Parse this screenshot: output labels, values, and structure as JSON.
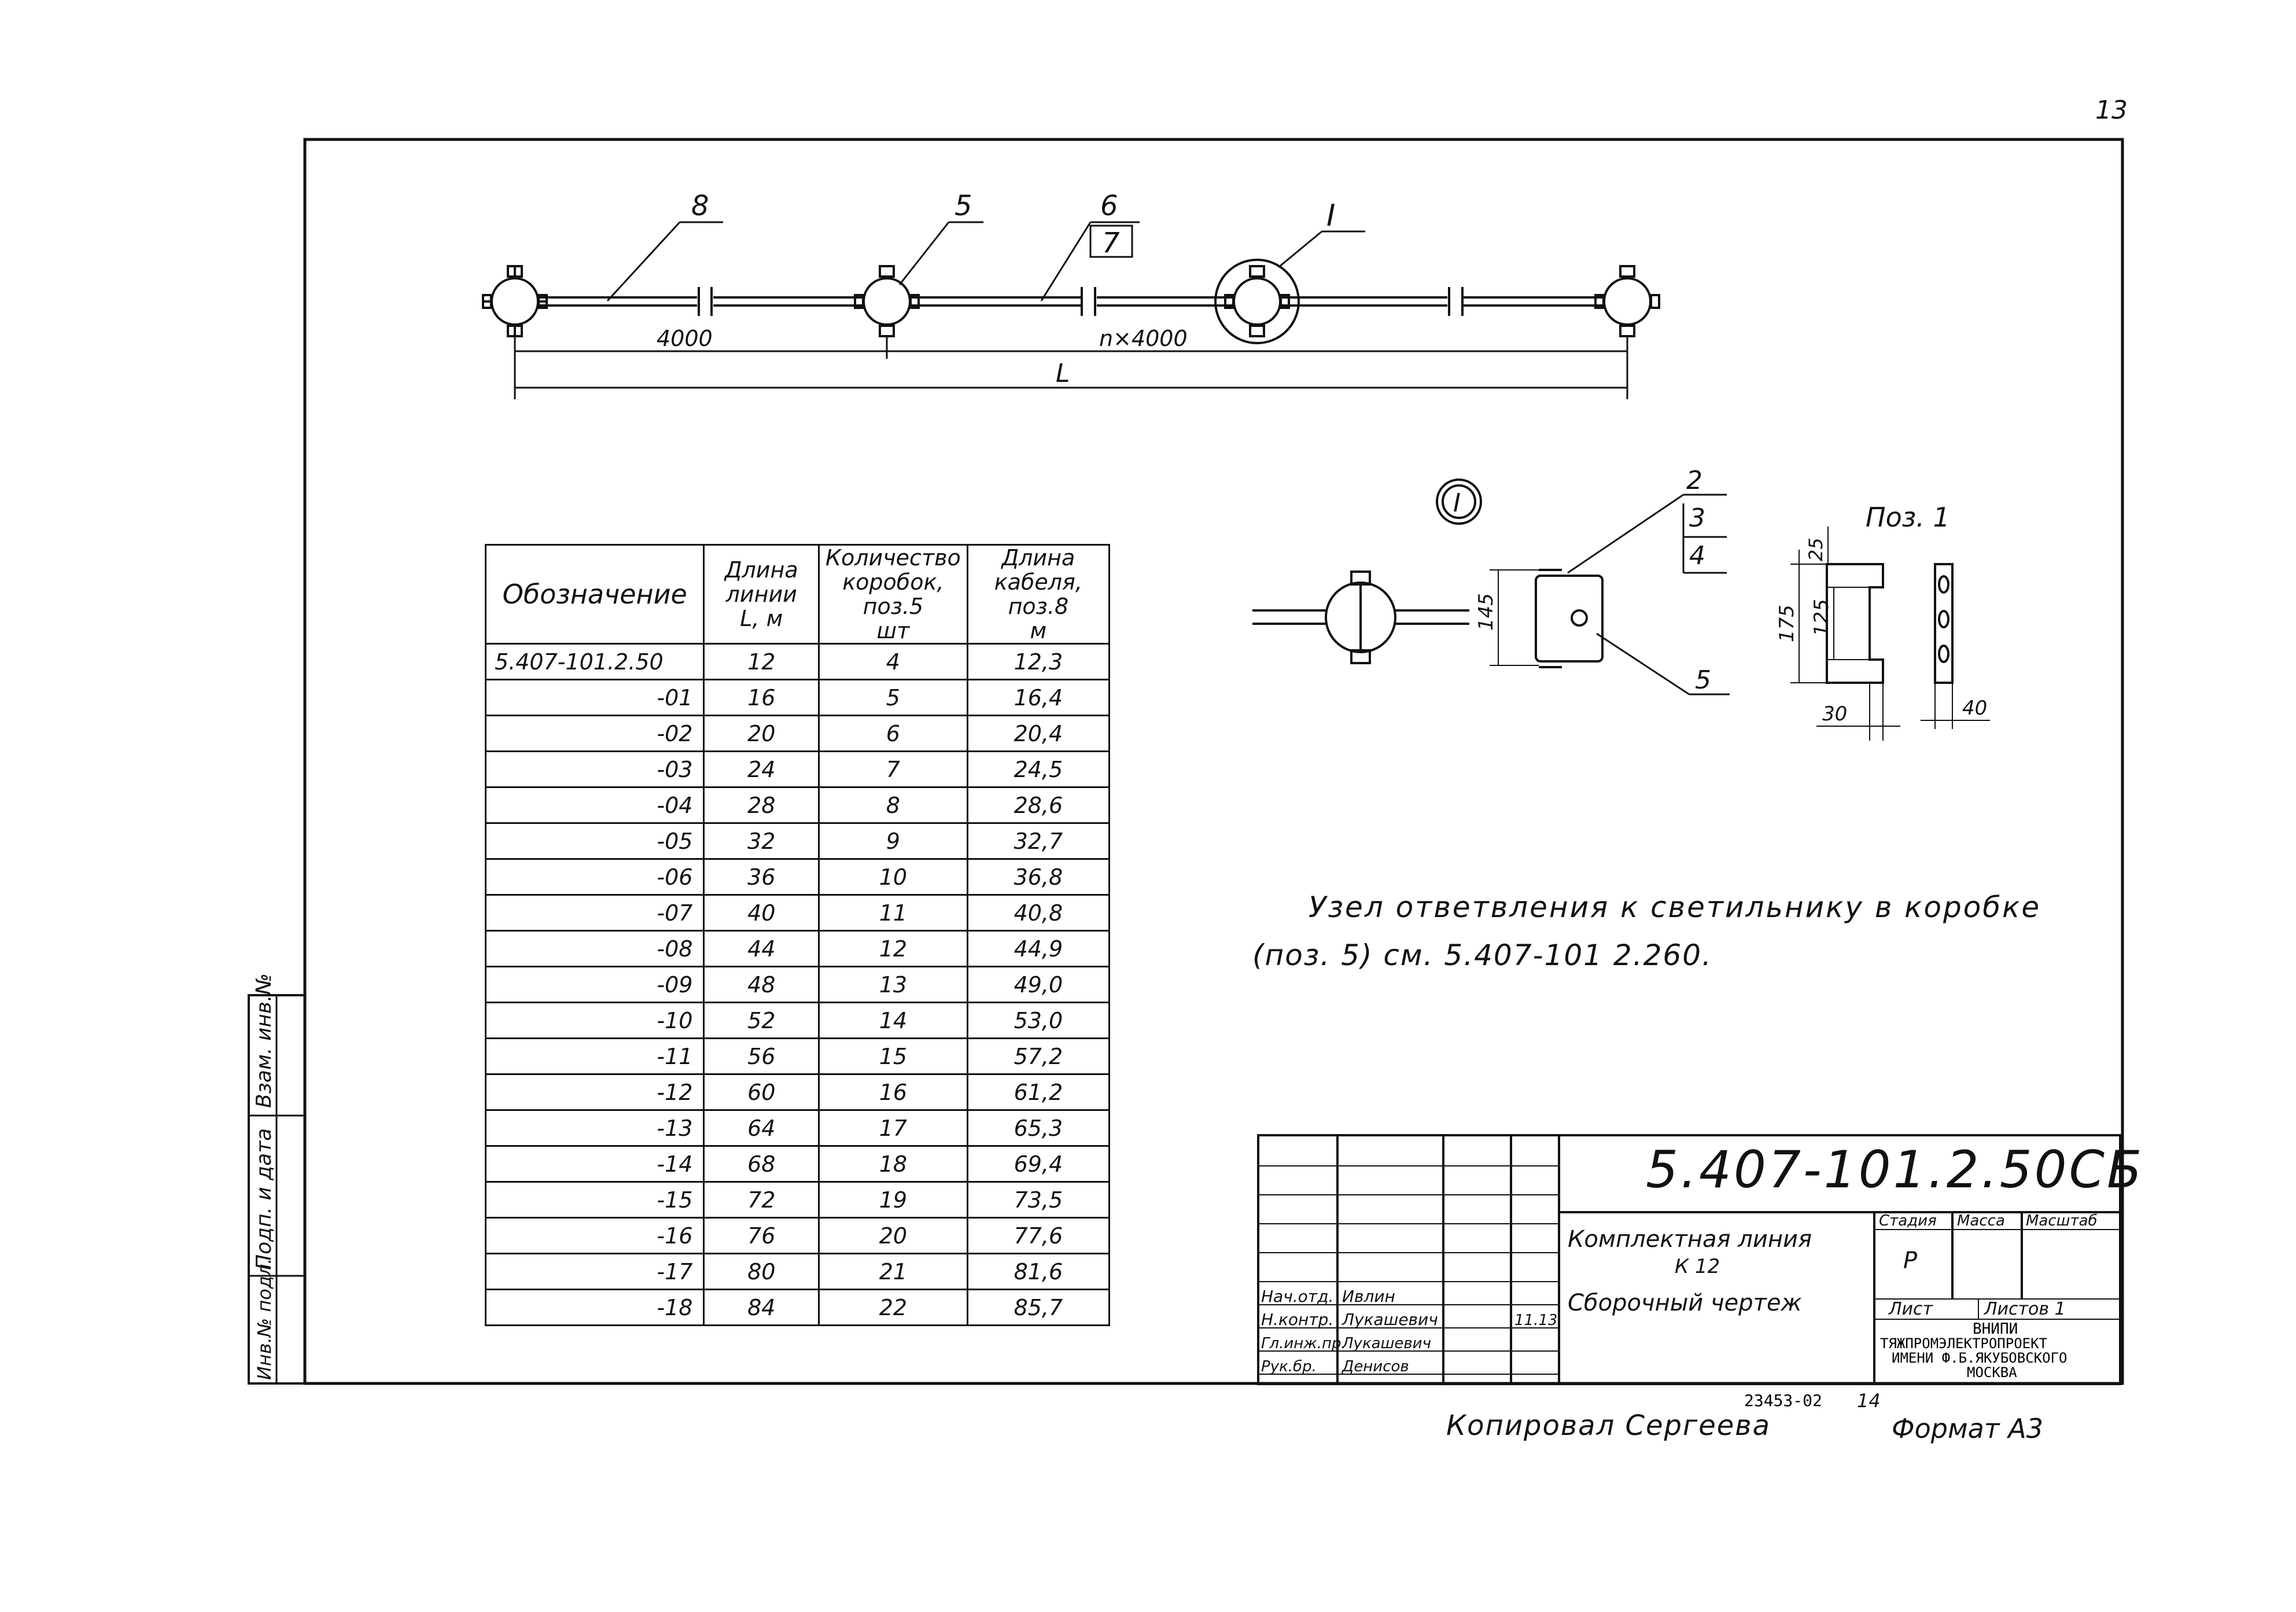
{
  "page_number": "13",
  "top_drawing": {
    "callouts": [
      "8",
      "5",
      "6",
      "7",
      "I"
    ],
    "dim_left": "4000",
    "dim_right": "n×4000",
    "dim_total": "L"
  },
  "detail_view": {
    "node_label": "I",
    "pos_callouts": [
      "2",
      "3",
      "4"
    ],
    "pos5_label": "5",
    "dim_145": "145",
    "poz_title": "Поз. 1",
    "dim_25": "25",
    "dim_175": "175",
    "dim_125": "125",
    "dim_30": "30",
    "dim_40": "40"
  },
  "note": {
    "line1": "Узел ответвления к светильнику в коробке",
    "line2": "(поз. 5) см. 5.407-101 2.260."
  },
  "table": {
    "headers": {
      "designation": "Обозначение",
      "length": [
        "Длина",
        "линии",
        "L, м"
      ],
      "count": [
        "Количество",
        "коробок, поз.5",
        "шт"
      ],
      "cable": [
        "Длина",
        "кабеля, поз.8",
        "м"
      ]
    },
    "rows": [
      {
        "des": "5.407-101.2.50",
        "len": "12",
        "cnt": "4",
        "cable": "12,3"
      },
      {
        "des": "-01",
        "len": "16",
        "cnt": "5",
        "cable": "16,4"
      },
      {
        "des": "-02",
        "len": "20",
        "cnt": "6",
        "cable": "20,4"
      },
      {
        "des": "-03",
        "len": "24",
        "cnt": "7",
        "cable": "24,5"
      },
      {
        "des": "-04",
        "len": "28",
        "cnt": "8",
        "cable": "28,6"
      },
      {
        "des": "-05",
        "len": "32",
        "cnt": "9",
        "cable": "32,7"
      },
      {
        "des": "-06",
        "len": "36",
        "cnt": "10",
        "cable": "36,8"
      },
      {
        "des": "-07",
        "len": "40",
        "cnt": "11",
        "cable": "40,8"
      },
      {
        "des": "-08",
        "len": "44",
        "cnt": "12",
        "cable": "44,9"
      },
      {
        "des": "-09",
        "len": "48",
        "cnt": "13",
        "cable": "49,0"
      },
      {
        "des": "-10",
        "len": "52",
        "cnt": "14",
        "cable": "53,0"
      },
      {
        "des": "-11",
        "len": "56",
        "cnt": "15",
        "cable": "57,2"
      },
      {
        "des": "-12",
        "len": "60",
        "cnt": "16",
        "cable": "61,2"
      },
      {
        "des": "-13",
        "len": "64",
        "cnt": "17",
        "cable": "65,3"
      },
      {
        "des": "-14",
        "len": "68",
        "cnt": "18",
        "cable": "69,4"
      },
      {
        "des": "-15",
        "len": "72",
        "cnt": "19",
        "cable": "73,5"
      },
      {
        "des": "-16",
        "len": "76",
        "cnt": "20",
        "cable": "77,6"
      },
      {
        "des": "-17",
        "len": "80",
        "cnt": "21",
        "cable": "81,6"
      },
      {
        "des": "-18",
        "len": "84",
        "cnt": "22",
        "cable": "85,7"
      }
    ]
  },
  "side_stamp": [
    "Взам. инв.№",
    "Подп. и дата",
    "Инв.№ подл."
  ],
  "title_block": {
    "doc_number": "5.407-101.2.50СБ",
    "title_line1": "Комплектная линия",
    "title_line2": "К 12",
    "title_line3": "Сборочный чертеж",
    "stage_hdr": "Стадия",
    "mass_hdr": "Масса",
    "scale_hdr": "Масштаб",
    "stage": "Р",
    "sheet_hdr": "Лист",
    "sheets_hdr": "Листов 1",
    "org_line1": "ВНИПИ",
    "org_line2": "ТЯЖПРОМЭЛЕКТРОПРОЕКТ",
    "org_line3": "ИМЕНИ Ф.Б.ЯКУБОВСКОГО",
    "org_line4": "МОСКВА",
    "signers": [
      {
        "role": "Нач.отд.",
        "name": "Ивлин"
      },
      {
        "role": "Н.контр.",
        "name": "Лукашевич"
      },
      {
        "role": "Гл.инж.пр.",
        "name": "Лукашевич"
      },
      {
        "role": "Рук.бр.",
        "name": "Денисов"
      }
    ],
    "date": "11.13"
  },
  "footer": {
    "copied": "Копировал Сергеева",
    "inv": "23453-02",
    "sheet_no": "14",
    "format": "Формат А3"
  }
}
